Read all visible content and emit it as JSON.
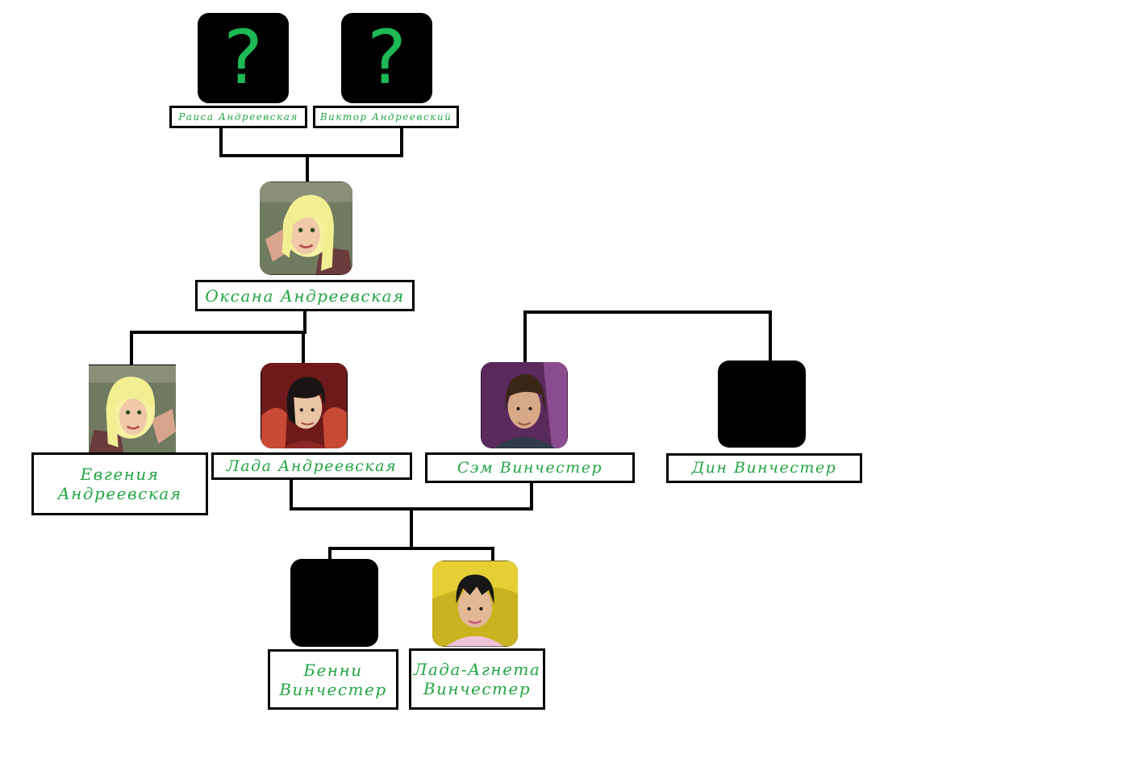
{
  "colors": {
    "name_text": "#22a544",
    "question_mark": "#1db954",
    "lines": "#000000",
    "unknown_photo": "#000000"
  },
  "people": {
    "raisa": {
      "name": "Раиса  Андреевская",
      "photo": "question-mark",
      "photo_text": "?"
    },
    "viktor": {
      "name": "Виктор  Андреевский",
      "photo": "question-mark",
      "photo_text": "?"
    },
    "oksana": {
      "name": "Оксана  Андреевская",
      "photo": "portrait-blonde"
    },
    "evgenia": {
      "name": "Евгения\nАндреевская",
      "photo": "portrait-blonde"
    },
    "lada": {
      "name": "Лада  Андреевская",
      "photo": "portrait-dark-hair"
    },
    "sam": {
      "name": "Сэм  Винчестер",
      "photo": "portrait-brown-hair"
    },
    "din": {
      "name": "Дин  Винчестер",
      "photo": "blank"
    },
    "benni": {
      "name": "Бенни\nВинчестер",
      "photo": "blank"
    },
    "lada_agneta": {
      "name": "Лада-Агнета\nВинчестер",
      "photo": "portrait-child"
    }
  }
}
